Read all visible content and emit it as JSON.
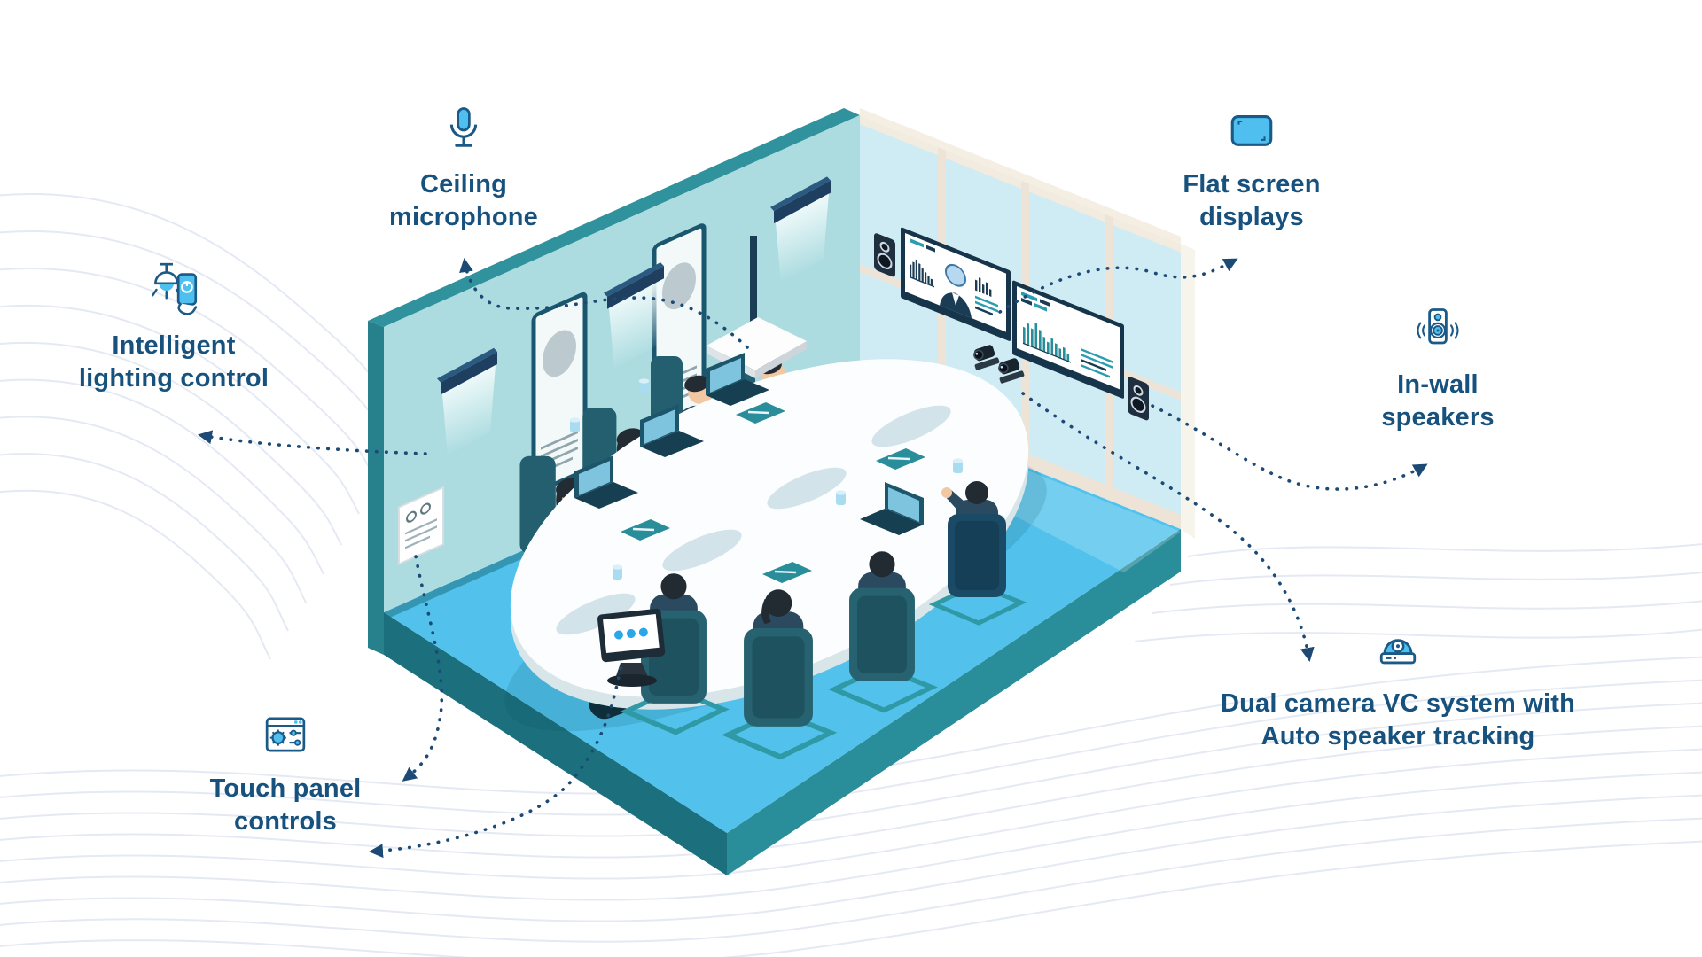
{
  "features": [
    {
      "id": "ceiling-microphone",
      "icon": "microphone-icon",
      "lines": [
        "Ceiling",
        "microphone"
      ]
    },
    {
      "id": "intelligent-lighting",
      "icon": "lighting-control-icon",
      "lines": [
        "Intelligent",
        "lighting control"
      ]
    },
    {
      "id": "touch-panel-controls",
      "icon": "touch-panel-icon",
      "lines": [
        "Touch panel",
        "controls"
      ]
    },
    {
      "id": "flat-screen-displays",
      "icon": "flat-screen-icon",
      "lines": [
        "Flat screen",
        "displays"
      ]
    },
    {
      "id": "in-wall-speakers",
      "icon": "speaker-icon",
      "lines": [
        "In-wall",
        "speakers"
      ]
    },
    {
      "id": "dual-camera-vc",
      "icon": "dome-camera-icon",
      "lines": [
        "Dual camera VC system with",
        "Auto speaker tracking"
      ]
    }
  ],
  "colors": {
    "label_text": "#17527E",
    "icon_fill": "#4EBFEE",
    "icon_stroke": "#1B5A86",
    "connector": "#1D4A75",
    "floor_top": "#52C2EC",
    "floor_side": "#2A8D9A",
    "floor_side_dark": "#1C707E",
    "wall_left": "#ACDCE0",
    "wall_left_band": "#2F929D",
    "wall_right": "#CFECF5",
    "wall_mullion": "#EDE4D7",
    "suit": "#2B4A60",
    "chair": "#235F6F",
    "table_top": "#FBFDFE",
    "background_wave": "#E4E9F4"
  }
}
